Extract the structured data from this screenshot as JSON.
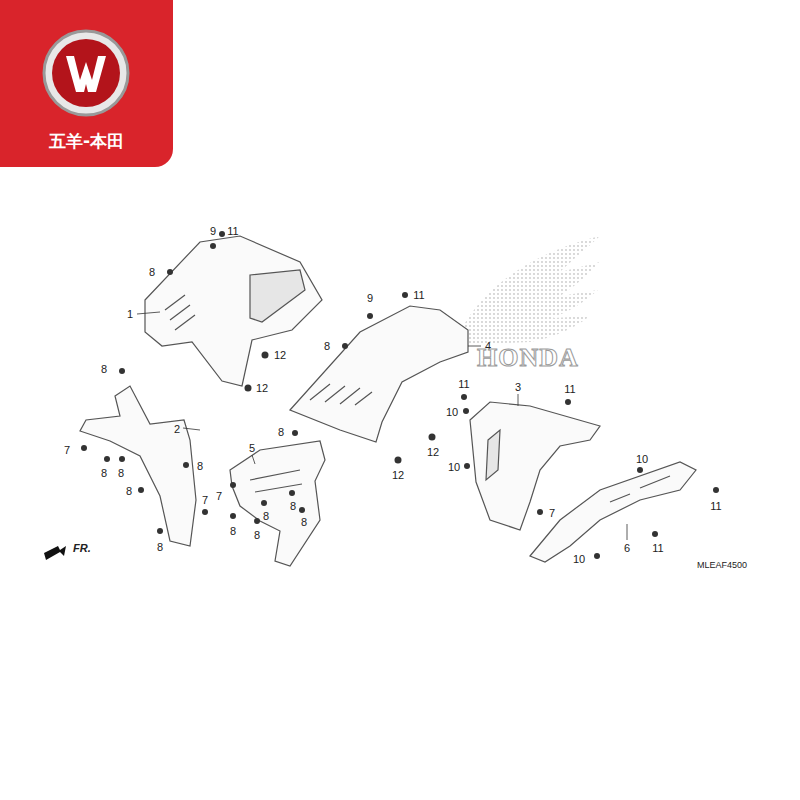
{
  "diagram": {
    "nodes": [
      {
        "text": [
          "五羊-本田"
        ]
      }
    ],
    "labels": [
      "9",
      "11",
      "8",
      "1",
      "12",
      "12",
      "9",
      "11",
      "8",
      "4",
      "12",
      "12",
      "11",
      "3",
      "11",
      "10",
      "10",
      "10",
      "11",
      "7",
      "11",
      "6",
      "10",
      "8",
      "2",
      "7",
      "8",
      "8",
      "8",
      "8",
      "8",
      "7",
      "8",
      "5",
      "7",
      "8",
      "8",
      "8",
      "8",
      "8",
      "FR.",
      "MLEAF4500",
      "HONDA"
    ]
  }
}
